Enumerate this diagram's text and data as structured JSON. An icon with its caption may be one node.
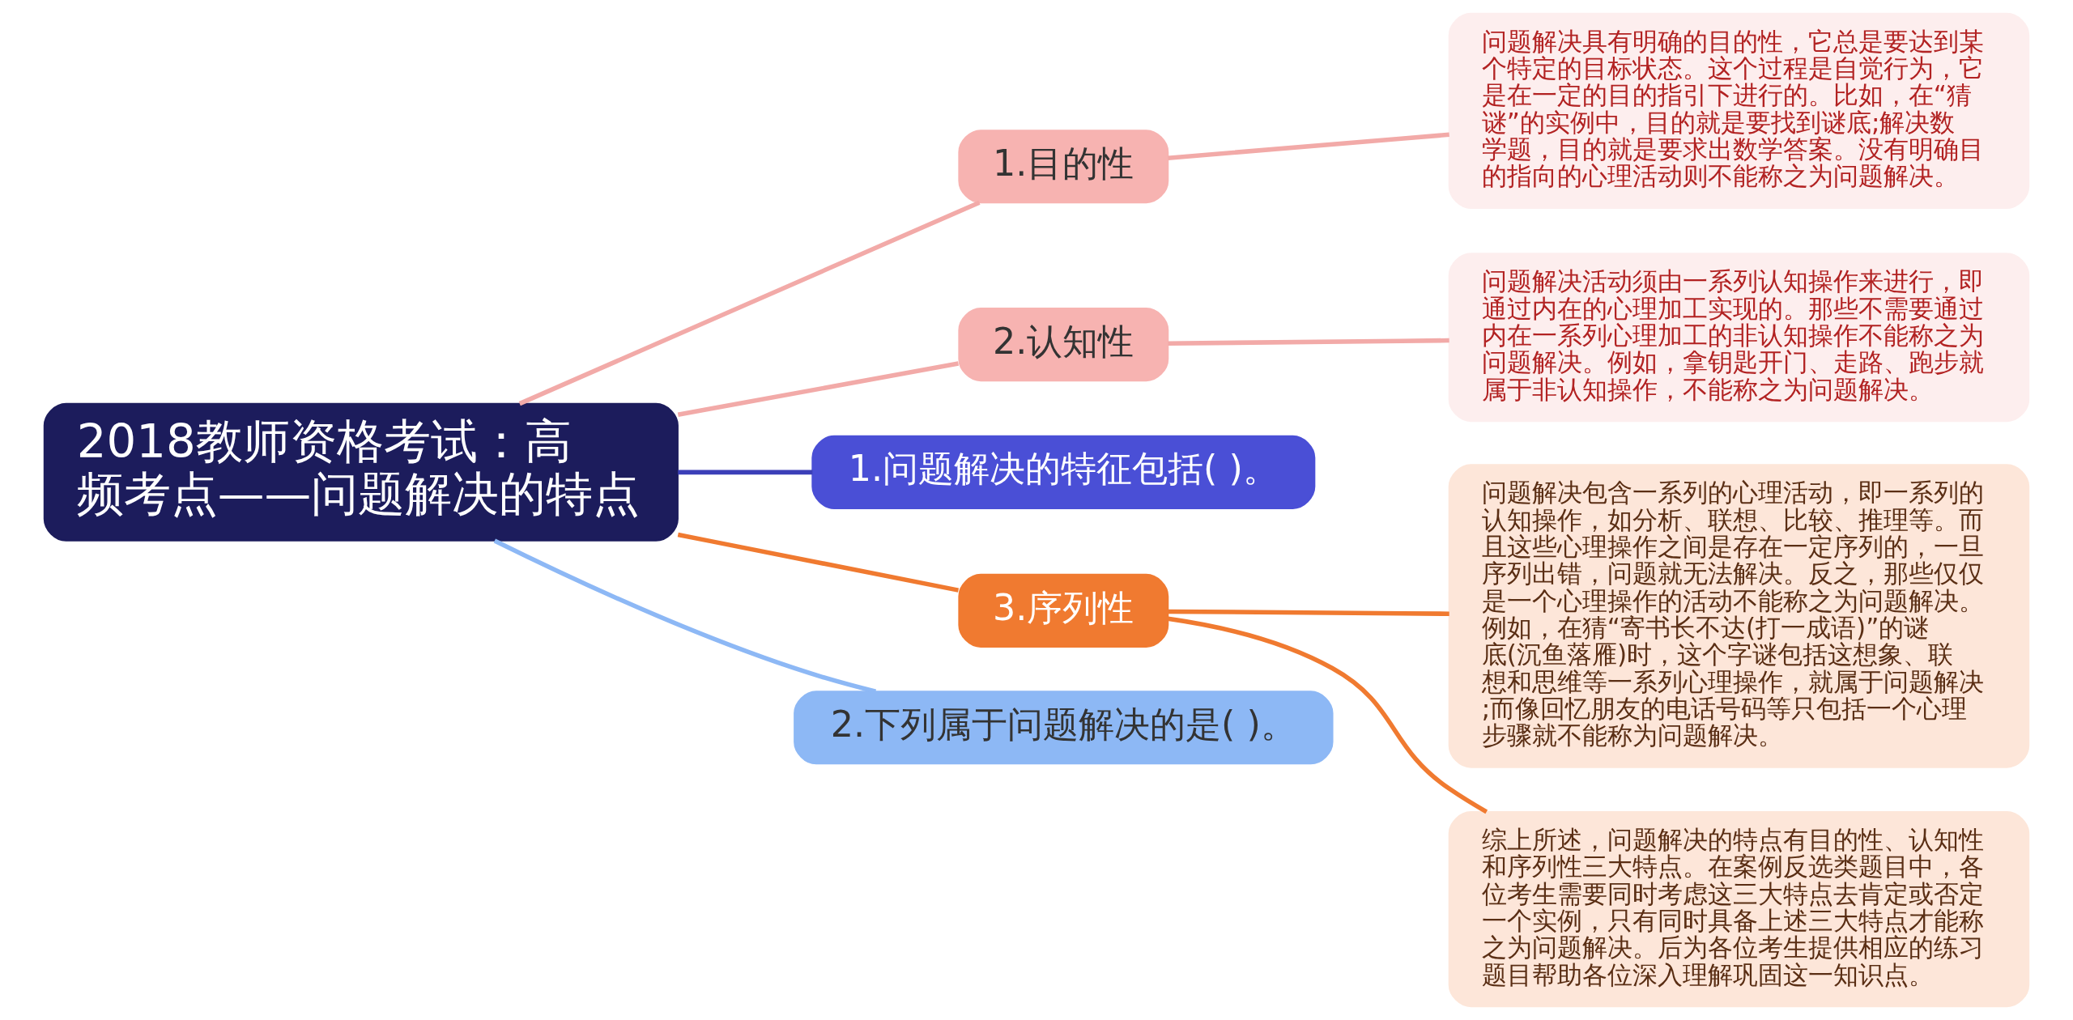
{
  "diagram": {
    "nodes": [
      {
        "text": [
          "2018教师资格考试：高频考点——问题解决的特点"
        ]
      },
      {
        "text": [
          "1.目的性"
        ]
      },
      {
        "text": [
          "问题解决具有明确的目的性，它总是要达到某个特定的目标状态。这个过程是自觉行为，它是在一定的目的指引下进行的。比如，在“猜谜”的实例中，目的就是要找到谜底;解决数学题，目的就是要求出数学答案。没有明确目的指向的心理活动则不能称之为问题解决。"
        ]
      },
      {
        "text": [
          "2.认知性"
        ]
      },
      {
        "text": [
          "问题解决活动须由一系列认知操作来进行，即通过内在的心理加工实现的。那些不需要通过内在一系列心理加工的非认知操作不能称之为问题解决。例如，拿钥匙开门、走路、跑步就属于非认知操作，不能称之为问题解决。"
        ]
      },
      {
        "text": [
          "1.问题解决的特征包括( )。"
        ]
      },
      {
        "text": [
          "3.序列性"
        ]
      },
      {
        "text": [
          "问题解决包含一系列的心理活动，即一系列的认知操作，如分析、联想、比较、推理等。而且这些心理操作之间是存在一定序列的，一旦序列出错，问题就无法解决。反之，那些仅仅是一个心理操作的活动不能称之为问题解决。例如，在猜“寄书长不达(打一成语)”的谜底(沉鱼落雁)时，这个字谜包括这想象、联想和思维等一系列心理操作，就属于问题解决;而像回忆朋友的电话号码等只包括一个心理步骤就不能称为问题解决。"
        ]
      },
      {
        "text": [
          "综上所述，问题解决的特点有目的性、认知性和序列性三大特点。在案例反选类题目中，各位考生需要同时考虑这三大特点去肯定或否定一个实例，只有同时具备上述三大特点才能称之为问题解决。后为各位考生提供相应的练习题目帮助各位深入理解巩固这一知识点。"
        ]
      },
      {
        "text": [
          "2.下列属于问题解决的是( )。"
        ]
      }
    ],
    "edges": [
      {
        "from": 0,
        "to": 1,
        "arrow": "none"
      },
      {
        "from": 1,
        "to": 2,
        "arrow": "none"
      },
      {
        "from": 0,
        "to": 3,
        "arrow": "none"
      },
      {
        "from": 3,
        "to": 4,
        "arrow": "none"
      },
      {
        "from": 0,
        "to": 5,
        "arrow": "none",
        "color": "#3b3fb8"
      },
      {
        "from": 0,
        "to": 6,
        "arrow": "none",
        "color": "#f07a30"
      },
      {
        "from": 6,
        "to": 7,
        "arrow": "none",
        "color": "#f07a30"
      },
      {
        "from": 6,
        "to": 8,
        "arrow": "none",
        "color": "#f07a30"
      },
      {
        "from": 0,
        "to": 9,
        "arrow": "none",
        "color": "#8db8f5"
      }
    ]
  }
}
